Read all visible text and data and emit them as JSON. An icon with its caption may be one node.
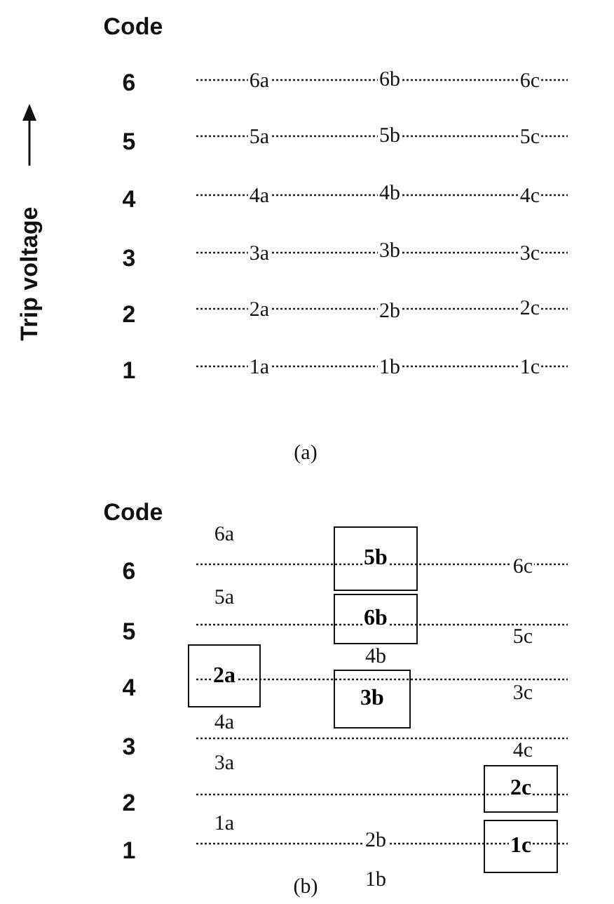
{
  "diagram": {
    "nodes": [
      {
        "text": [
          "5b"
        ]
      },
      {
        "text": [
          "6b"
        ]
      },
      {
        "text": [
          "2a"
        ]
      },
      {
        "text": [
          "3b"
        ]
      },
      {
        "text": [
          "2c"
        ]
      },
      {
        "text": [
          "1c"
        ]
      }
    ],
    "labels": [
      "Code",
      "Trip voltage",
      "6",
      "6a",
      "6b",
      "6c",
      "5",
      "5a",
      "5b",
      "5c",
      "4",
      "4a",
      "4b",
      "4c",
      "3",
      "3a",
      "3b",
      "3c",
      "2",
      "2a",
      "2b",
      "2c",
      "1",
      "1a",
      "1b",
      "1c",
      "(a)",
      "Code",
      "6a",
      "6",
      "6c",
      "5a",
      "5",
      "5c",
      "4b",
      "4",
      "3c",
      "4a",
      "3",
      "3a",
      "4c",
      "2",
      "1a",
      "1",
      "2b",
      "1b",
      "(b)"
    ]
  }
}
